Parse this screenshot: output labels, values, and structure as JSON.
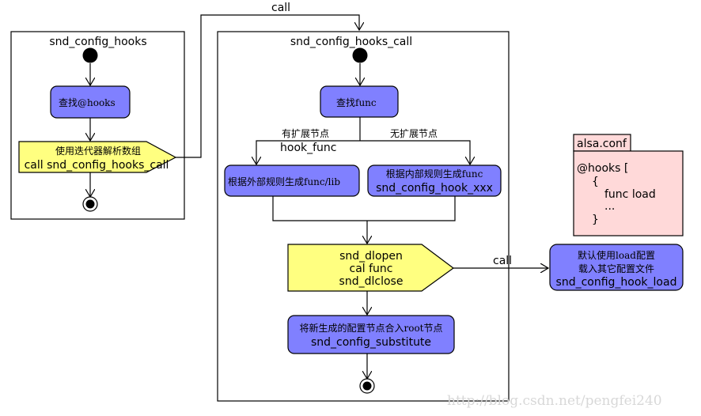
{
  "colors": {
    "action_fill": "#8080ff",
    "signal_fill": "#ffff80",
    "note_fill": "#ffd9d9",
    "watermark": "#d8d8d8"
  },
  "left_frame": {
    "title": "snd_config_hooks",
    "action_find_hooks": "查找@hooks",
    "signal_line1": "使用迭代器解析数组",
    "signal_line2": "call snd_config_hooks_call"
  },
  "call_label_top": "call",
  "main_frame": {
    "title": "snd_config_hooks_call",
    "action_find_func": "查找func",
    "branch_left_label": "有扩展节点",
    "branch_left_sublabel": "hook_func",
    "branch_right_label": "无扩展节点",
    "action_external_rule": "根据外部规则生成func/lib",
    "action_internal_rule_line1": "根据内部规则生成func",
    "action_internal_rule_line2": "snd_config_hook_xxx",
    "signal_dl_line1": "snd_dlopen",
    "signal_dl_line2": "cal func",
    "signal_dl_line3": "snd_dlclose",
    "action_substitute_line1": "将新生成的配置节点合入root节点",
    "action_substitute_line2": "snd_config_substitute"
  },
  "call_label_right": "call",
  "hook_load": {
    "line1": "默认使用load配置",
    "line2": "载入其它配置文件",
    "line3": "snd_config_hook_load"
  },
  "note": {
    "tab": "alsa.conf",
    "lines": [
      "@hooks [",
      "{",
      "func load",
      "...",
      "}"
    ]
  },
  "watermark": "http://blog.csdn.net/pengfei240"
}
